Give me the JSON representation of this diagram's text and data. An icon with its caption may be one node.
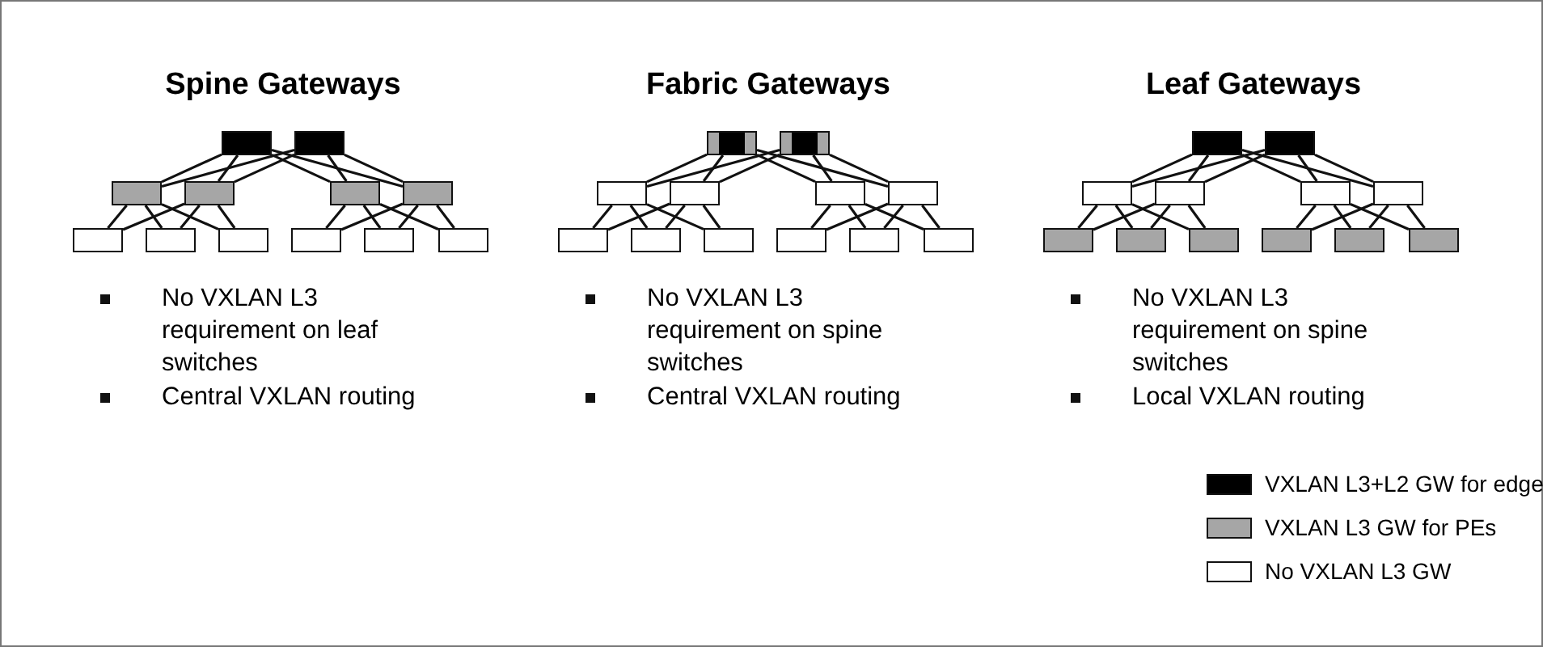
{
  "diagram": {
    "nodes": [
      {
        "text": [],
        "shape": "box"
      },
      {
        "text": [],
        "shape": "box"
      },
      {
        "text": [],
        "shape": "box"
      },
      {
        "text": [],
        "shape": "box"
      },
      {
        "text": [],
        "shape": "box"
      },
      {
        "text": [],
        "shape": "box"
      },
      {
        "text": [],
        "shape": "box"
      },
      {
        "text": [],
        "shape": "box"
      },
      {
        "text": [],
        "shape": "box"
      },
      {
        "text": [],
        "shape": "box"
      },
      {
        "text": [],
        "shape": "box"
      },
      {
        "text": [],
        "shape": "box"
      },
      {
        "text": [],
        "shape": "box"
      },
      {
        "text": [],
        "shape": "box"
      },
      {
        "text": [],
        "shape": "box"
      },
      {
        "text": [],
        "shape": "box"
      },
      {
        "text": [],
        "shape": "box"
      },
      {
        "text": [],
        "shape": "box"
      },
      {
        "text": [],
        "shape": "box"
      },
      {
        "text": [],
        "shape": "box"
      },
      {
        "text": [],
        "shape": "box"
      },
      {
        "text": [],
        "shape": "box"
      },
      {
        "text": [],
        "shape": "box"
      },
      {
        "text": [],
        "shape": "box"
      },
      {
        "text": [],
        "shape": "box"
      },
      {
        "text": [],
        "shape": "box"
      },
      {
        "text": [],
        "shape": "box"
      },
      {
        "text": [],
        "shape": "box"
      },
      {
        "text": [],
        "shape": "box"
      },
      {
        "text": [],
        "shape": "box"
      },
      {
        "text": [],
        "shape": "box"
      },
      {
        "text": [],
        "shape": "box"
      },
      {
        "text": [],
        "shape": "box"
      },
      {
        "text": [],
        "shape": "box"
      },
      {
        "text": [],
        "shape": "box"
      },
      {
        "text": [],
        "shape": "box"
      }
    ],
    "edges": [
      {
        "from": 0,
        "to": 2,
        "arrow": "none"
      },
      {
        "from": 0,
        "to": 3,
        "arrow": "none"
      },
      {
        "from": 0,
        "to": 4,
        "arrow": "none"
      },
      {
        "from": 0,
        "to": 5,
        "arrow": "none"
      },
      {
        "from": 1,
        "to": 2,
        "arrow": "none"
      },
      {
        "from": 1,
        "to": 3,
        "arrow": "none"
      },
      {
        "from": 1,
        "to": 4,
        "arrow": "none"
      },
      {
        "from": 1,
        "to": 5,
        "arrow": "none"
      },
      {
        "from": 2,
        "to": 6,
        "arrow": "none"
      },
      {
        "from": 2,
        "to": 7,
        "arrow": "none"
      },
      {
        "from": 2,
        "to": 8,
        "arrow": "none"
      },
      {
        "from": 3,
        "to": 6,
        "arrow": "none"
      },
      {
        "from": 3,
        "to": 7,
        "arrow": "none"
      },
      {
        "from": 3,
        "to": 8,
        "arrow": "none"
      },
      {
        "from": 4,
        "to": 9,
        "arrow": "none"
      },
      {
        "from": 4,
        "to": 10,
        "arrow": "none"
      },
      {
        "from": 4,
        "to": 11,
        "arrow": "none"
      },
      {
        "from": 5,
        "to": 9,
        "arrow": "none"
      },
      {
        "from": 5,
        "to": 10,
        "arrow": "none"
      },
      {
        "from": 5,
        "to": 11,
        "arrow": "none"
      },
      {
        "from": 12,
        "to": 14,
        "arrow": "none"
      },
      {
        "from": 12,
        "to": 15,
        "arrow": "none"
      },
      {
        "from": 12,
        "to": 16,
        "arrow": "none"
      },
      {
        "from": 12,
        "to": 17,
        "arrow": "none"
      },
      {
        "from": 13,
        "to": 14,
        "arrow": "none"
      },
      {
        "from": 13,
        "to": 15,
        "arrow": "none"
      },
      {
        "from": 13,
        "to": 16,
        "arrow": "none"
      },
      {
        "from": 13,
        "to": 17,
        "arrow": "none"
      },
      {
        "from": 14,
        "to": 18,
        "arrow": "none"
      },
      {
        "from": 14,
        "to": 19,
        "arrow": "none"
      },
      {
        "from": 14,
        "to": 20,
        "arrow": "none"
      },
      {
        "from": 15,
        "to": 18,
        "arrow": "none"
      },
      {
        "from": 15,
        "to": 19,
        "arrow": "none"
      },
      {
        "from": 15,
        "to": 20,
        "arrow": "none"
      },
      {
        "from": 16,
        "to": 21,
        "arrow": "none"
      },
      {
        "from": 16,
        "to": 22,
        "arrow": "none"
      },
      {
        "from": 16,
        "to": 23,
        "arrow": "none"
      },
      {
        "from": 17,
        "to": 21,
        "arrow": "none"
      },
      {
        "from": 17,
        "to": 22,
        "arrow": "none"
      },
      {
        "from": 17,
        "to": 23,
        "arrow": "none"
      },
      {
        "from": 24,
        "to": 26,
        "arrow": "none"
      },
      {
        "from": 24,
        "to": 27,
        "arrow": "none"
      },
      {
        "from": 24,
        "to": 28,
        "arrow": "none"
      },
      {
        "from": 24,
        "to": 29,
        "arrow": "none"
      },
      {
        "from": 25,
        "to": 26,
        "arrow": "none"
      },
      {
        "from": 25,
        "to": 27,
        "arrow": "none"
      },
      {
        "from": 25,
        "to": 28,
        "arrow": "none"
      },
      {
        "from": 25,
        "to": 29,
        "arrow": "none"
      },
      {
        "from": 26,
        "to": 30,
        "arrow": "none"
      },
      {
        "from": 26,
        "to": 31,
        "arrow": "none"
      },
      {
        "from": 26,
        "to": 32,
        "arrow": "none"
      },
      {
        "from": 27,
        "to": 30,
        "arrow": "none"
      },
      {
        "from": 27,
        "to": 31,
        "arrow": "none"
      },
      {
        "from": 27,
        "to": 32,
        "arrow": "none"
      },
      {
        "from": 28,
        "to": 33,
        "arrow": "none"
      },
      {
        "from": 28,
        "to": 34,
        "arrow": "none"
      },
      {
        "from": 28,
        "to": 35,
        "arrow": "none"
      },
      {
        "from": 29,
        "to": 33,
        "arrow": "none"
      },
      {
        "from": 29,
        "to": 34,
        "arrow": "none"
      },
      {
        "from": 29,
        "to": 35,
        "arrow": "none"
      }
    ],
    "labels": [
      "Spine Gateways",
      "Fabric Gateways",
      "Leaf Gateways",
      "No VXLAN L3 requirement on leaf switches",
      "Central VXLAN routing",
      "No VXLAN L3 requirement on spine switches",
      "Central VXLAN routing",
      "No VXLAN L3 requirement on spine switches",
      "Local VXLAN routing"
    ],
    "legend": [
      {
        "text": "VXLAN L3+L2 GW for edge",
        "color": "#000000"
      },
      {
        "text": "VXLAN L3 GW for PEs",
        "color": "#a6a6a6"
      },
      {
        "text": "No VXLAN L3 GW",
        "color": "#ffffff"
      }
    ]
  }
}
